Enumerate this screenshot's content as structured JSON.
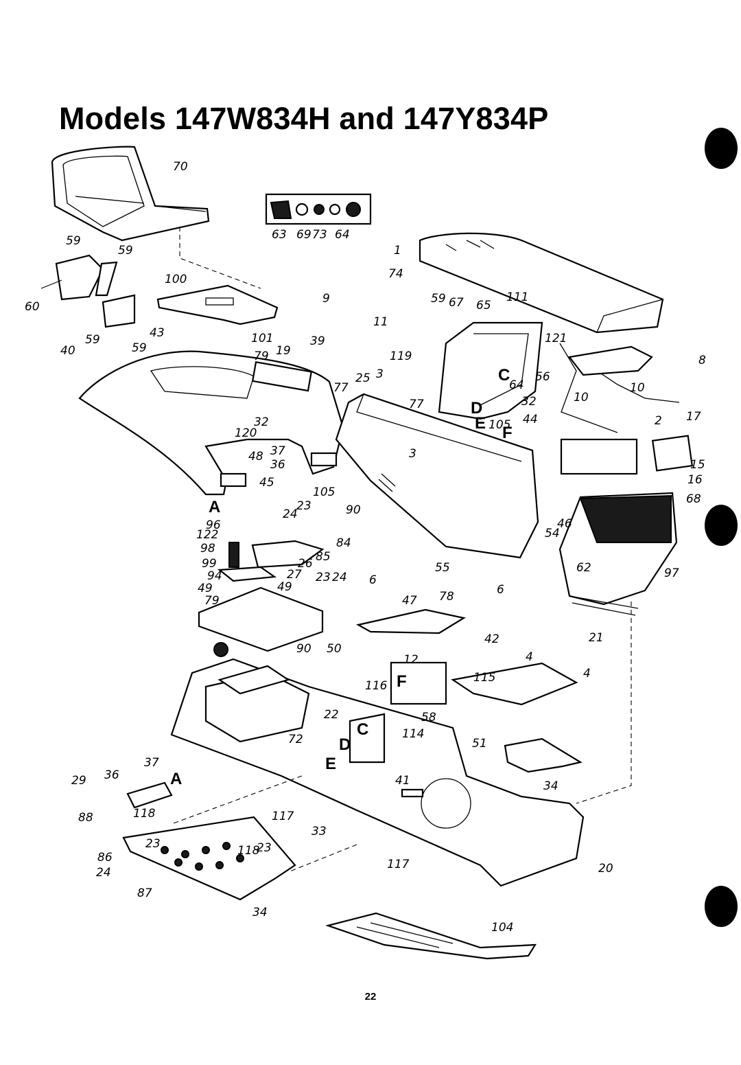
{
  "title": "Models 147W834H and 147Y834P",
  "page_number": "22",
  "reference_letters": [
    "A",
    "A",
    "C",
    "C",
    "D",
    "D",
    "E",
    "E",
    "F",
    "F"
  ],
  "callouts": [
    "70",
    "63",
    "69",
    "73",
    "64",
    "59",
    "59",
    "60",
    "59",
    "59",
    "100",
    "101",
    "9",
    "11",
    "74",
    "59",
    "67",
    "65",
    "111",
    "119",
    "1",
    "121",
    "8",
    "56",
    "10",
    "10",
    "40",
    "43",
    "79",
    "19",
    "39",
    "25",
    "3",
    "77",
    "77",
    "64",
    "32",
    "44",
    "2",
    "17",
    "32",
    "120",
    "48",
    "37",
    "36",
    "45",
    "105",
    "105",
    "3",
    "15",
    "16",
    "68",
    "96",
    "122",
    "98",
    "99",
    "94",
    "49",
    "79",
    "49",
    "24",
    "23",
    "90",
    "84",
    "85",
    "26",
    "27",
    "23",
    "24",
    "6",
    "55",
    "6",
    "46",
    "54",
    "62",
    "97",
    "47",
    "78",
    "21",
    "90",
    "50",
    "42",
    "4",
    "4",
    "12",
    "115",
    "116",
    "22",
    "58",
    "114",
    "51",
    "72",
    "37",
    "36",
    "29",
    "88",
    "118",
    "41",
    "34",
    "117",
    "33",
    "23",
    "86",
    "24",
    "118",
    "23",
    "117",
    "20",
    "87",
    "34",
    "104"
  ]
}
